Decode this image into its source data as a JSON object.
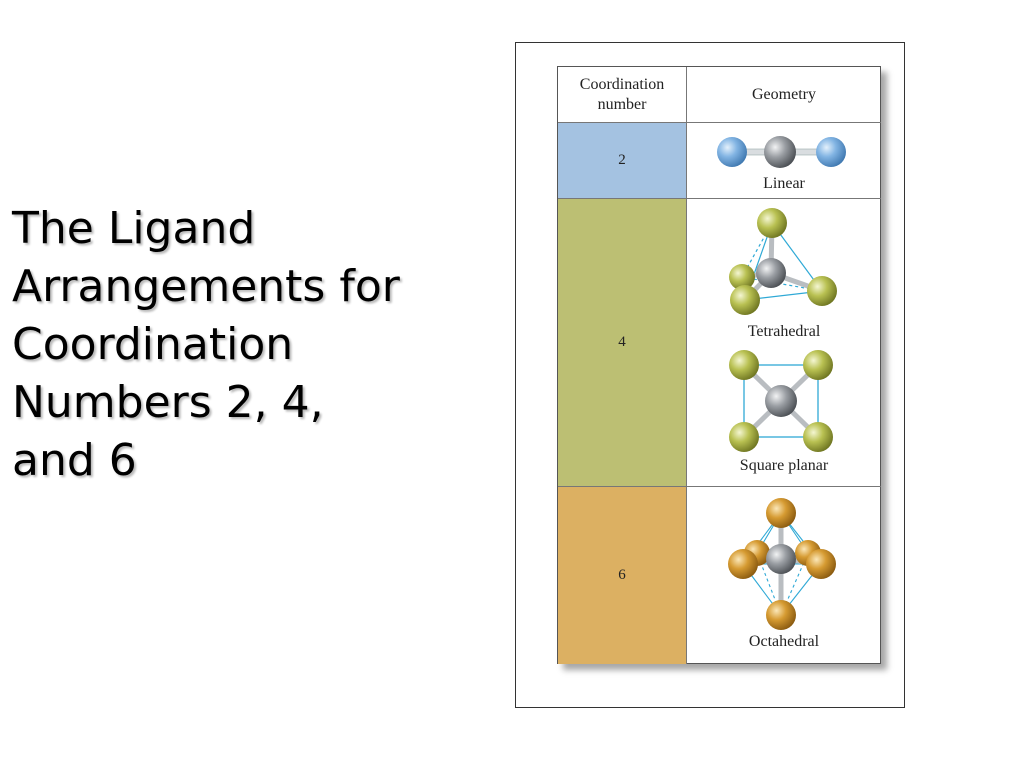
{
  "title_lines": [
    "The Ligand",
    "Arrangements for",
    "Coordination",
    "Numbers 2, 4,",
    "and 6"
  ],
  "table": {
    "header_left": [
      "Coordination",
      "number"
    ],
    "header_right": "Geometry",
    "rows": [
      {
        "number": "2",
        "color": "#a4c2e1",
        "geometries": [
          "Linear"
        ]
      },
      {
        "number": "4",
        "color": "#bcbf73",
        "geometries": [
          "Tetrahedral",
          "Square planar"
        ]
      },
      {
        "number": "6",
        "color": "#dcb062",
        "geometries": [
          "Octahedral"
        ]
      }
    ]
  },
  "colors": {
    "metal": "#8e9296",
    "ligand_linear": "#7fb2e4",
    "ligand_four": "#b7be50",
    "ligand_six": "#d49b2f",
    "bond_guide": "#2fa9d6"
  }
}
